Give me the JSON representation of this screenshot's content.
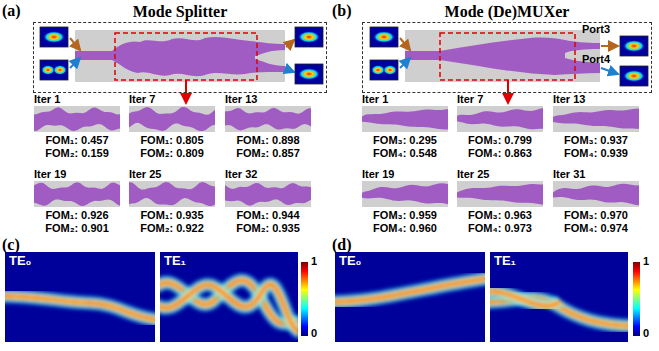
{
  "diagram": {
    "nodes": [
      {
        "text": [
          "Mode Splitter"
        ]
      },
      {
        "text": [
          "Mode (De)MUXer"
        ]
      }
    ],
    "labels": [
      "(a)",
      "(b)",
      "Port3",
      "Port4",
      "Iter 1",
      "FOM₁: 0.457",
      "FOM₂: 0.159",
      "Iter 7",
      "FOM₁: 0.805",
      "FOM₂: 0.809",
      "Iter 13",
      "FOM₁: 0.898",
      "FOM₂: 0.857",
      "Iter 19",
      "FOM₁: 0.926",
      "FOM₂: 0.901",
      "Iter 25",
      "FOM₁: 0.935",
      "FOM₂: 0.922",
      "Iter 32",
      "FOM₁: 0.944",
      "FOM₂: 0.935",
      "Iter 1",
      "FOM₃: 0.295",
      "FOM₄: 0.548",
      "Iter 7",
      "FOM₃: 0.799",
      "FOM₄: 0.863",
      "Iter 13",
      "FOM₃: 0.937",
      "FOM₄: 0.939",
      "Iter 19",
      "FOM₃: 0.959",
      "FOM₄: 0.960",
      "Iter 25",
      "FOM₃: 0.963",
      "FOM₄: 0.973",
      "Iter 31",
      "FOM₃: 0.970",
      "FOM₄: 0.974",
      "(c)",
      "(d)",
      "TE₀",
      "TE₁",
      "1",
      "0",
      "TE₀",
      "TE₁",
      "1",
      "0"
    ]
  }
}
